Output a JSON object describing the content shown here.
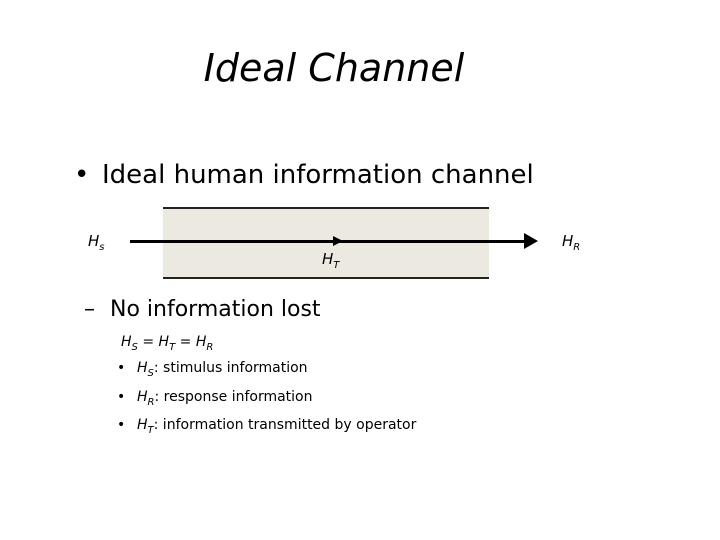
{
  "title": "Ideal Channel",
  "main_bullet": "Ideal human information channel",
  "diagram": {
    "left_label": "H",
    "left_sub": "s",
    "mid_label": "H",
    "mid_sub": "T",
    "right_label": "H",
    "right_sub": "R",
    "channel_color": "#ece9e0"
  },
  "sub_bullet": "No information lost",
  "equation": {
    "h1": "H",
    "s1": "S",
    "op1": " = ",
    "h2": "H",
    "s2": "T",
    "op2": " = ",
    "h3": "H",
    "s3": "R"
  },
  "items": [
    {
      "h": "H",
      "sub": "S",
      "text": ": stimulus information"
    },
    {
      "h": "H",
      "sub": "R",
      "text": ": response information"
    },
    {
      "h": "H",
      "sub": "T",
      "text": ": information transmitted by operator"
    }
  ]
}
